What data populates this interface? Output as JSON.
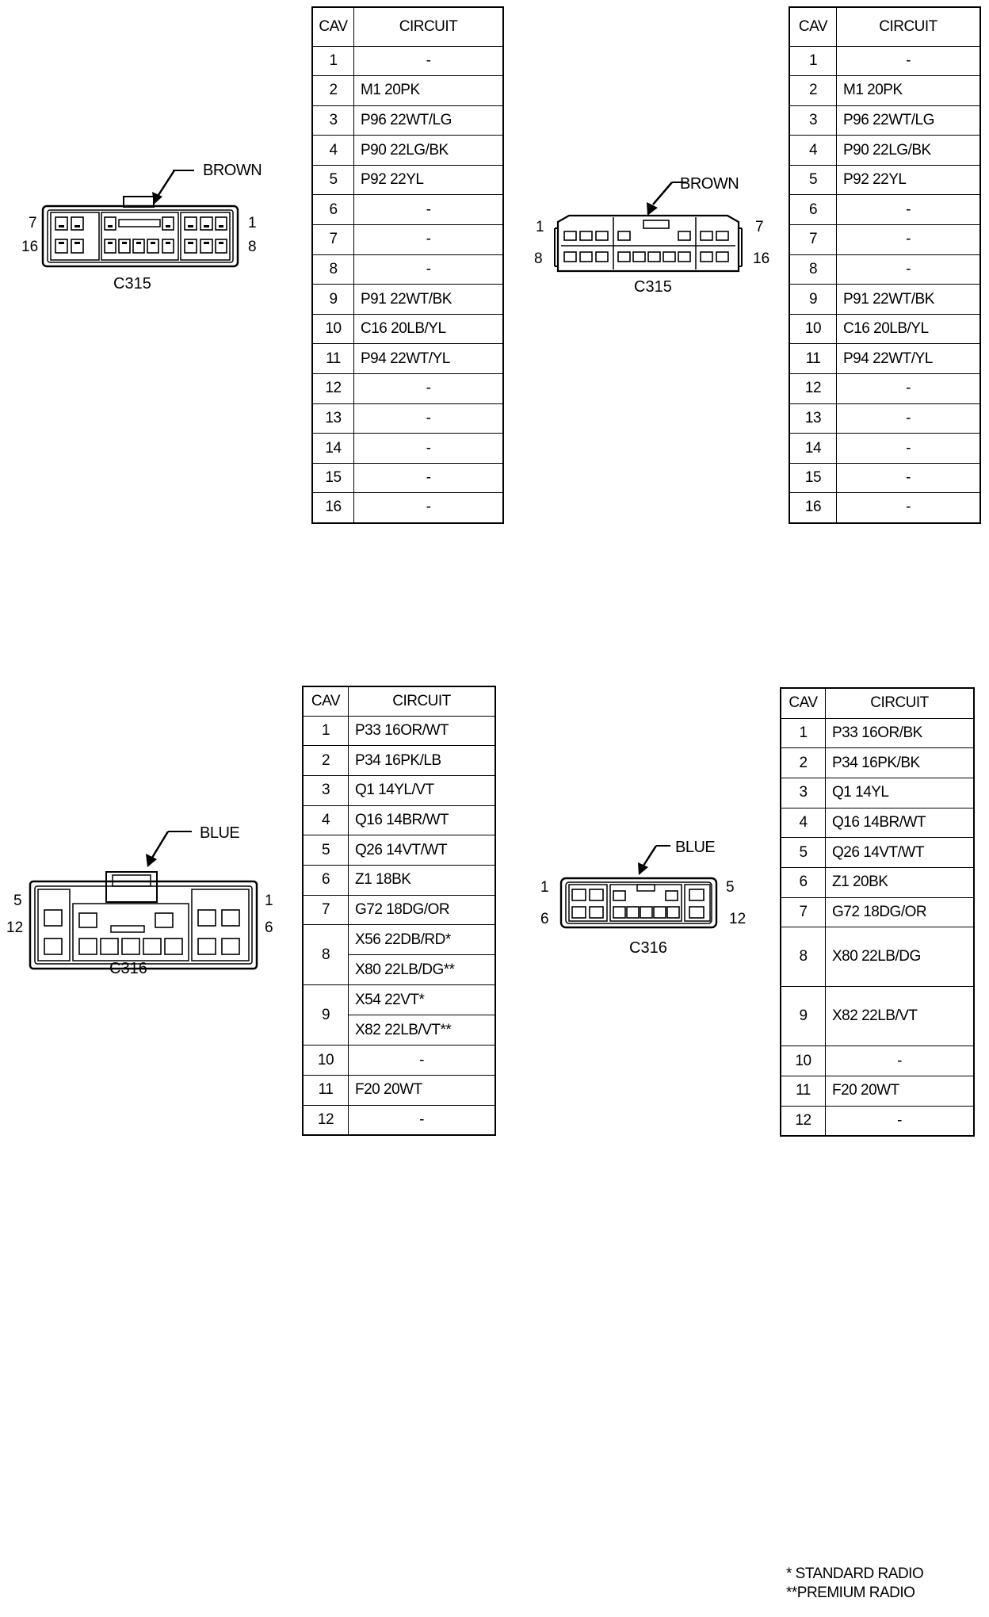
{
  "connectors": [
    {
      "id": "c315-left",
      "name": "C315",
      "color_label": "BROWN",
      "pin_labels": [
        "7",
        "16",
        "1",
        "8"
      ],
      "table": {
        "headers": [
          "CAV",
          "CIRCUIT"
        ],
        "rows": [
          {
            "cav": "1",
            "circuit": [
              "-"
            ]
          },
          {
            "cav": "2",
            "circuit": [
              "M1 20PK"
            ]
          },
          {
            "cav": "3",
            "circuit": [
              "P96 22WT/LG"
            ]
          },
          {
            "cav": "4",
            "circuit": [
              "P90 22LG/BK"
            ]
          },
          {
            "cav": "5",
            "circuit": [
              "P92 22YL"
            ]
          },
          {
            "cav": "6",
            "circuit": [
              "-"
            ]
          },
          {
            "cav": "7",
            "circuit": [
              "-"
            ]
          },
          {
            "cav": "8",
            "circuit": [
              "-"
            ]
          },
          {
            "cav": "9",
            "circuit": [
              "P91 22WT/BK"
            ]
          },
          {
            "cav": "10",
            "circuit": [
              "C16 20LB/YL"
            ]
          },
          {
            "cav": "11",
            "circuit": [
              "P94 22WT/YL"
            ]
          },
          {
            "cav": "12",
            "circuit": [
              "-"
            ]
          },
          {
            "cav": "13",
            "circuit": [
              "-"
            ]
          },
          {
            "cav": "14",
            "circuit": [
              "-"
            ]
          },
          {
            "cav": "15",
            "circuit": [
              "-"
            ]
          },
          {
            "cav": "16",
            "circuit": [
              "-"
            ]
          }
        ]
      }
    },
    {
      "id": "c315-right",
      "name": "C315",
      "color_label": "BROWN",
      "pin_labels": [
        "1",
        "8",
        "7",
        "16"
      ],
      "table": {
        "headers": [
          "CAV",
          "CIRCUIT"
        ],
        "rows": [
          {
            "cav": "1",
            "circuit": [
              "-"
            ]
          },
          {
            "cav": "2",
            "circuit": [
              "M1 20PK"
            ]
          },
          {
            "cav": "3",
            "circuit": [
              "P96 22WT/LG"
            ]
          },
          {
            "cav": "4",
            "circuit": [
              "P90 22LG/BK"
            ]
          },
          {
            "cav": "5",
            "circuit": [
              "P92 22YL"
            ]
          },
          {
            "cav": "6",
            "circuit": [
              "-"
            ]
          },
          {
            "cav": "7",
            "circuit": [
              "-"
            ]
          },
          {
            "cav": "8",
            "circuit": [
              "-"
            ]
          },
          {
            "cav": "9",
            "circuit": [
              "P91 22WT/BK"
            ]
          },
          {
            "cav": "10",
            "circuit": [
              "C16 20LB/YL"
            ]
          },
          {
            "cav": "11",
            "circuit": [
              "P94 22WT/YL"
            ]
          },
          {
            "cav": "12",
            "circuit": [
              "-"
            ]
          },
          {
            "cav": "13",
            "circuit": [
              "-"
            ]
          },
          {
            "cav": "14",
            "circuit": [
              "-"
            ]
          },
          {
            "cav": "15",
            "circuit": [
              "-"
            ]
          },
          {
            "cav": "16",
            "circuit": [
              "-"
            ]
          }
        ]
      }
    },
    {
      "id": "c316-left",
      "name": "C316",
      "color_label": "BLUE",
      "pin_labels": [
        "5",
        "12",
        "1",
        "6"
      ],
      "table": {
        "headers": [
          "CAV",
          "CIRCUIT"
        ],
        "rows": [
          {
            "cav": "1",
            "circuit": [
              "P33 16OR/WT"
            ]
          },
          {
            "cav": "2",
            "circuit": [
              "P34 16PK/LB"
            ]
          },
          {
            "cav": "3",
            "circuit": [
              "Q1 14YL/VT"
            ]
          },
          {
            "cav": "4",
            "circuit": [
              "Q16 14BR/WT"
            ]
          },
          {
            "cav": "5",
            "circuit": [
              "Q26 14VT/WT"
            ]
          },
          {
            "cav": "6",
            "circuit": [
              "Z1 18BK"
            ]
          },
          {
            "cav": "7",
            "circuit": [
              "G72 18DG/OR"
            ]
          },
          {
            "cav": "8",
            "circuit": [
              "X56 22DB/RD*",
              "X80 22LB/DG**"
            ]
          },
          {
            "cav": "9",
            "circuit": [
              "X54 22VT*",
              "X82 22LB/VT**"
            ]
          },
          {
            "cav": "10",
            "circuit": [
              "-"
            ]
          },
          {
            "cav": "11",
            "circuit": [
              "F20 20WT"
            ]
          },
          {
            "cav": "12",
            "circuit": [
              "-"
            ]
          }
        ]
      }
    },
    {
      "id": "c316-right",
      "name": "C316",
      "color_label": "BLUE",
      "pin_labels": [
        "1",
        "6",
        "5",
        "12"
      ],
      "table": {
        "headers": [
          "CAV",
          "CIRCUIT"
        ],
        "rows": [
          {
            "cav": "1",
            "circuit": [
              "P33 16OR/BK"
            ]
          },
          {
            "cav": "2",
            "circuit": [
              "P34 16PK/BK"
            ]
          },
          {
            "cav": "3",
            "circuit": [
              "Q1 14YL"
            ]
          },
          {
            "cav": "4",
            "circuit": [
              "Q16 14BR/WT"
            ]
          },
          {
            "cav": "5",
            "circuit": [
              "Q26 14VT/WT"
            ]
          },
          {
            "cav": "6",
            "circuit": [
              "Z1 20BK"
            ]
          },
          {
            "cav": "7",
            "circuit": [
              "G72 18DG/OR"
            ]
          },
          {
            "cav": "8",
            "circuit": [
              "X80 22LB/DG"
            ]
          },
          {
            "cav": "9",
            "circuit": [
              "X82 22LB/VT"
            ]
          },
          {
            "cav": "10",
            "circuit": [
              "-"
            ]
          },
          {
            "cav": "11",
            "circuit": [
              "F20 20WT"
            ]
          },
          {
            "cav": "12",
            "circuit": [
              "-"
            ]
          }
        ]
      }
    }
  ],
  "footnotes": [
    "* STANDARD RADIO",
    "**PREMIUM RADIO"
  ]
}
